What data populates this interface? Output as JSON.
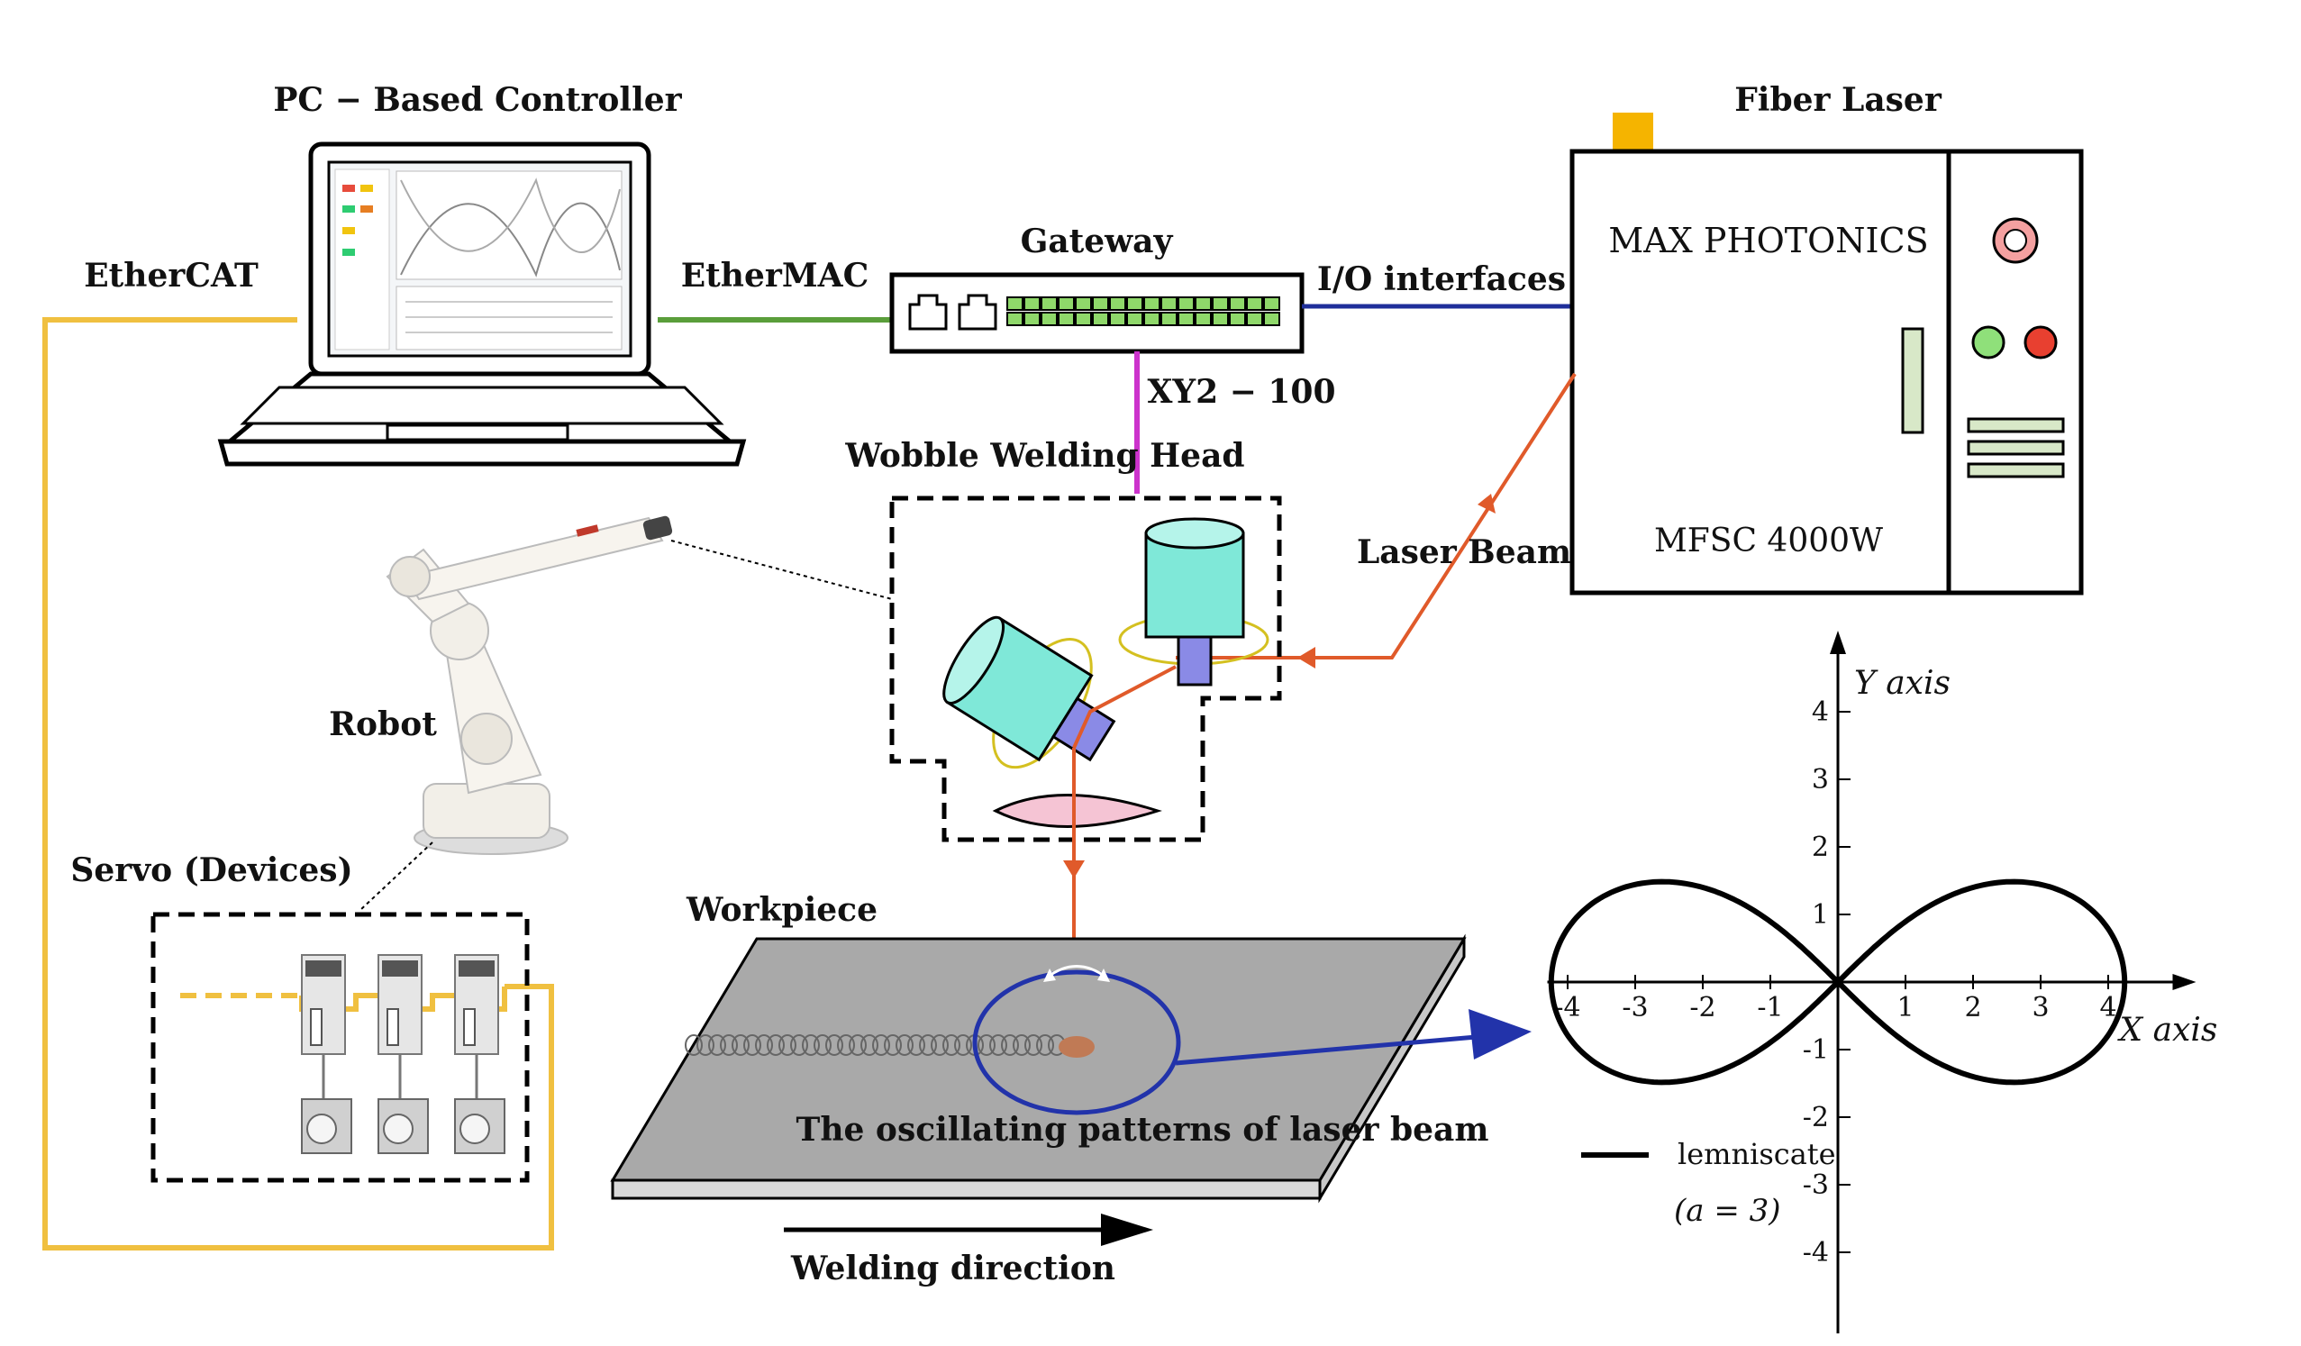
{
  "labels": {
    "pc_controller": "PC − Based Controller",
    "ethercat": "EtherCAT",
    "ethermac": "EtherMAC",
    "gateway": "Gateway",
    "io_interfaces": "I/O interfaces",
    "fiber_laser": "Fiber Laser",
    "max_photonics": "MAX PHOTONICS",
    "mfsc": "MFSC  4000W",
    "xy2": "XY2 − 100",
    "wobble_head": "Wobble Welding Head",
    "laser_beam": "Laser Beam",
    "robot": "Robot",
    "servo": "Servo (Devices)",
    "workpiece": "Workpiece",
    "oscillating": "The oscillating patterns of laser beam",
    "welding_direction": "Welding direction"
  },
  "colors": {
    "ethercat_line": "#f0c040",
    "ethermac_line": "#5a9e3a",
    "io_line": "#1f2f9a",
    "xy2_line": "#cc33cc",
    "laser_line": "#e05a2a",
    "lens_cyan": "#7fe8d8",
    "lens_violet": "#8a8ae6",
    "port_green": "#8fd86a",
    "indicator_yellow": "#f5b400",
    "ring_blue": "#2233aa"
  },
  "chart_data": {
    "type": "line",
    "xlabel": "X axis",
    "ylabel": "Y axis",
    "xlim": [
      -4.3,
      5.3
    ],
    "ylim": [
      -5.2,
      5.2
    ],
    "xticks": [
      -4,
      -3,
      -2,
      -1,
      1,
      2,
      3,
      4
    ],
    "yticks": [
      -4,
      -3,
      -2,
      -1,
      1,
      2,
      3,
      4
    ],
    "xtick_labels": [
      "-4",
      "-3",
      "-2",
      "-1",
      "1",
      "2",
      "3",
      "4"
    ],
    "ytick_labels": [
      "-4",
      "-3",
      "-2",
      "-1",
      "1",
      "2",
      "3",
      "4"
    ],
    "legend": {
      "name": "lemniscate",
      "note": "(a = 3)"
    },
    "curve": {
      "name": "lemniscate",
      "a": 3,
      "y_scale": 0.3
    }
  }
}
